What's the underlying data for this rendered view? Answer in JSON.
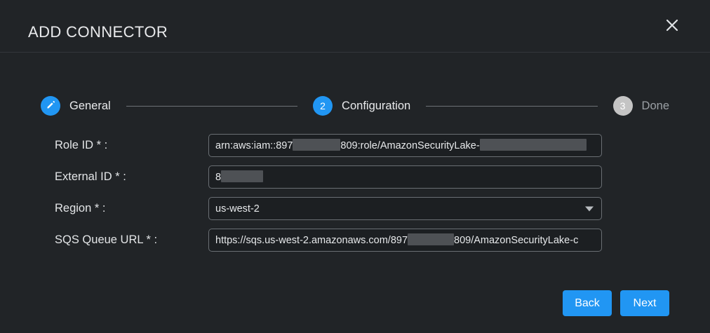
{
  "dialog": {
    "title": "ADD CONNECTOR",
    "close_icon": "close-icon",
    "accent_color": "#2196f3",
    "background_color": "#212427"
  },
  "stepper": {
    "steps": [
      {
        "number": "",
        "icon": "pencil-icon",
        "label": "General",
        "state": "complete"
      },
      {
        "number": "2",
        "icon": "",
        "label": "Configuration",
        "state": "active"
      },
      {
        "number": "3",
        "icon": "",
        "label": "Done",
        "state": "pending"
      }
    ]
  },
  "form": {
    "fields": [
      {
        "label": "Role ID * :",
        "type": "text",
        "value_parts": [
          "arn:aws:iam::897",
          "[REDACTED]",
          "809:role/AmazonSecurityLake-",
          "[REDACTED]"
        ],
        "value": "arn:aws:iam::897[REDACTED]809:role/AmazonSecurityLake-[REDACTED]"
      },
      {
        "label": "External ID * :",
        "type": "text",
        "value_parts": [
          "8",
          "[REDACTED]"
        ],
        "value": "8[REDACTED]"
      },
      {
        "label": "Region * :",
        "type": "select",
        "value": "us-west-2",
        "caret_icon": "chevron-down-icon"
      },
      {
        "label": "SQS Queue URL * :",
        "type": "text",
        "value_parts": [
          "https://sqs.us-west-2.amazonaws.com/897",
          "[REDACTED]",
          "809/AmazonSecurityLake-c"
        ],
        "value": "https://sqs.us-west-2.amazonaws.com/897[REDACTED]809/AmazonSecurityLake-c"
      }
    ],
    "text_values": {
      "role_id_prefix": "arn:aws:iam::897",
      "role_id_middle": "809:role/AmazonSecurityLake-",
      "external_id_prefix": "8",
      "region": "us-west-2",
      "sqs_prefix": "https://sqs.us-west-2.amazonaws.com/897",
      "sqs_suffix": "809/AmazonSecurityLake-c"
    },
    "labels": {
      "role_id": "Role ID * :",
      "external_id": "External ID * :",
      "region": "Region * :",
      "sqs_queue_url": "SQS Queue URL * :"
    }
  },
  "footer": {
    "back_label": "Back",
    "next_label": "Next"
  }
}
